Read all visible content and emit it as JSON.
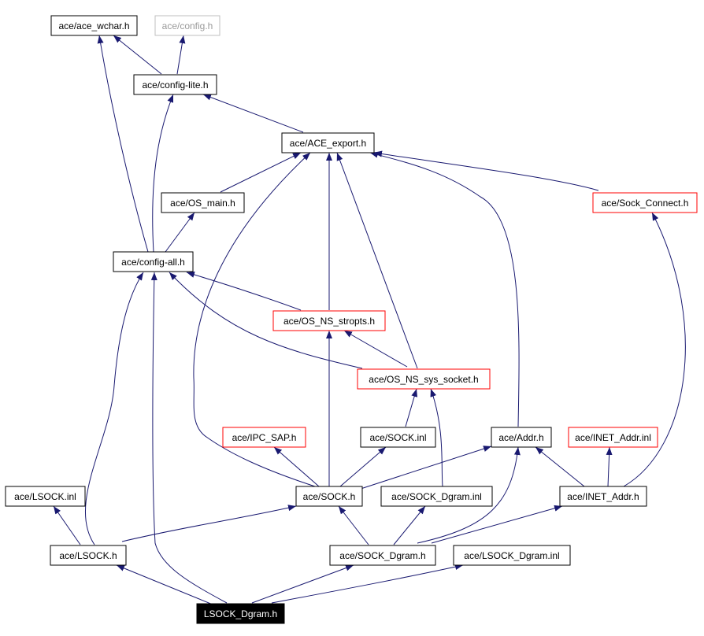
{
  "colors": {
    "edge": "#191970",
    "border_normal": "#000000",
    "border_truncated": "#ff0000",
    "border_external": "#bfbfbf",
    "text_normal": "#000000",
    "text_external": "#9a9a9a",
    "root_fill": "#000000",
    "root_text": "#ffffff"
  },
  "nodes": {
    "ace_wchar": {
      "label": "ace/ace_wchar.h",
      "style": "normal",
      "link": true
    },
    "config_h": {
      "label": "ace/config.h",
      "style": "external",
      "link": false
    },
    "config_lite": {
      "label": "ace/config-lite.h",
      "style": "normal",
      "link": true
    },
    "ace_export": {
      "label": "ace/ACE_export.h",
      "style": "normal",
      "link": true
    },
    "os_main": {
      "label": "ace/OS_main.h",
      "style": "normal",
      "link": true
    },
    "sock_connect": {
      "label": "ace/Sock_Connect.h",
      "style": "truncated",
      "link": true
    },
    "config_all": {
      "label": "ace/config-all.h",
      "style": "normal",
      "link": true
    },
    "os_ns_stropts": {
      "label": "ace/OS_NS_stropts.h",
      "style": "truncated",
      "link": true
    },
    "os_ns_sys_socket": {
      "label": "ace/OS_NS_sys_socket.h",
      "style": "truncated",
      "link": true
    },
    "ipc_sap": {
      "label": "ace/IPC_SAP.h",
      "style": "truncated",
      "link": true
    },
    "sock_inl": {
      "label": "ace/SOCK.inl",
      "style": "normal",
      "link": true
    },
    "addr_h": {
      "label": "ace/Addr.h",
      "style": "normal",
      "link": true
    },
    "inet_addr_inl": {
      "label": "ace/INET_Addr.inl",
      "style": "truncated",
      "link": true
    },
    "lsock_inl": {
      "label": "ace/LSOCK.inl",
      "style": "normal",
      "link": true
    },
    "sock_h": {
      "label": "ace/SOCK.h",
      "style": "normal",
      "link": true
    },
    "sock_dgram_inl": {
      "label": "ace/SOCK_Dgram.inl",
      "style": "normal",
      "link": true
    },
    "inet_addr_h": {
      "label": "ace/INET_Addr.h",
      "style": "normal",
      "link": true
    },
    "lsock_h": {
      "label": "ace/LSOCK.h",
      "style": "normal",
      "link": true
    },
    "sock_dgram_h": {
      "label": "ace/SOCK_Dgram.h",
      "style": "normal",
      "link": true
    },
    "lsock_dgram_inl": {
      "label": "ace/LSOCK_Dgram.inl",
      "style": "normal",
      "link": true
    },
    "root": {
      "label": "LSOCK_Dgram.h",
      "style": "root",
      "link": false
    }
  },
  "edges": [
    [
      "config_lite",
      "ace_wchar"
    ],
    [
      "config_lite",
      "config_h"
    ],
    [
      "config_all",
      "ace_wchar"
    ],
    [
      "config_all",
      "config_lite"
    ],
    [
      "ace_export",
      "config_lite"
    ],
    [
      "os_main",
      "ace_export"
    ],
    [
      "config_all",
      "os_main"
    ],
    [
      "sock_connect",
      "ace_export"
    ],
    [
      "addr_h",
      "ace_export"
    ],
    [
      "sock_h",
      "ace_export"
    ],
    [
      "os_ns_stropts",
      "ace_export"
    ],
    [
      "os_ns_sys_socket",
      "ace_export"
    ],
    [
      "os_ns_stropts",
      "config_all"
    ],
    [
      "os_ns_sys_socket",
      "config_all"
    ],
    [
      "os_ns_sys_socket",
      "os_ns_stropts"
    ],
    [
      "lsock_h",
      "config_all"
    ],
    [
      "root",
      "config_all"
    ],
    [
      "sock_inl",
      "os_ns_sys_socket"
    ],
    [
      "sock_dgram_inl",
      "os_ns_sys_socket"
    ],
    [
      "sock_h",
      "ipc_sap"
    ],
    [
      "sock_h",
      "sock_inl"
    ],
    [
      "sock_h",
      "addr_h"
    ],
    [
      "sock_h",
      "os_ns_stropts"
    ],
    [
      "inet_addr_h",
      "addr_h"
    ],
    [
      "inet_addr_h",
      "inet_addr_inl"
    ],
    [
      "inet_addr_h",
      "sock_connect"
    ],
    [
      "sock_dgram_h",
      "addr_h"
    ],
    [
      "lsock_h",
      "lsock_inl"
    ],
    [
      "lsock_h",
      "sock_h"
    ],
    [
      "sock_dgram_h",
      "sock_h"
    ],
    [
      "sock_dgram_h",
      "sock_dgram_inl"
    ],
    [
      "sock_dgram_h",
      "inet_addr_h"
    ],
    [
      "root",
      "lsock_h"
    ],
    [
      "root",
      "sock_dgram_h"
    ],
    [
      "root",
      "lsock_dgram_inl"
    ]
  ]
}
